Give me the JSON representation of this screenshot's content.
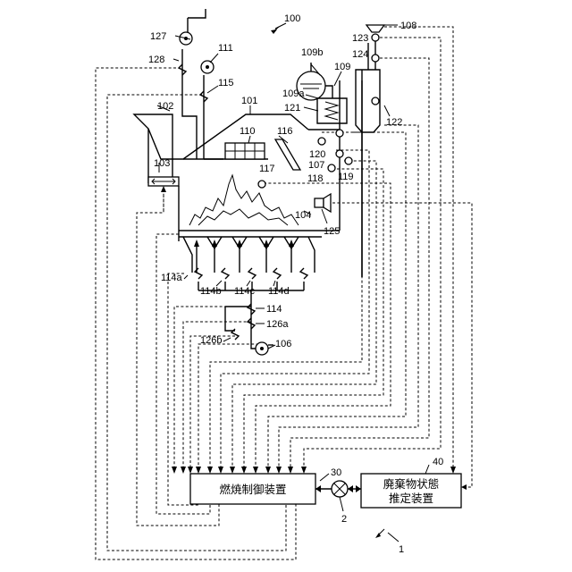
{
  "labels": {
    "system": "100",
    "furnace": "101",
    "hopper": "102",
    "pusher": "103",
    "grate": "104",
    "air_fan": "106",
    "sensor_107": "107",
    "camera_108": "108",
    "boiler": "109",
    "boiler_drum": "109b",
    "drum_pipe": "109a",
    "crane_110": "110",
    "fan_111": "111",
    "valve_a": "114a",
    "valve_b": "114b",
    "valve_c": "114c",
    "valve_d": "114d",
    "valve_main": "114",
    "valve_115": "115",
    "sensor_116": "116",
    "sensor_117": "117",
    "sensor_118": "118",
    "sensor_119": "119",
    "sensor_120": "120",
    "sensor_121": "121",
    "sensor_122": "122",
    "sensor_123": "123",
    "sensor_124": "124",
    "camera_125": "125",
    "valve_126a": "126a",
    "valve_126b": "126b",
    "fan_127": "127",
    "valve_128": "128",
    "controller": "30",
    "estimator": "40",
    "combiner": "2",
    "whole": "1"
  },
  "boxes": {
    "controller_text": "燃焼制御装置",
    "estimator_line1": "廃棄物状態",
    "estimator_line2": "推定装置"
  }
}
